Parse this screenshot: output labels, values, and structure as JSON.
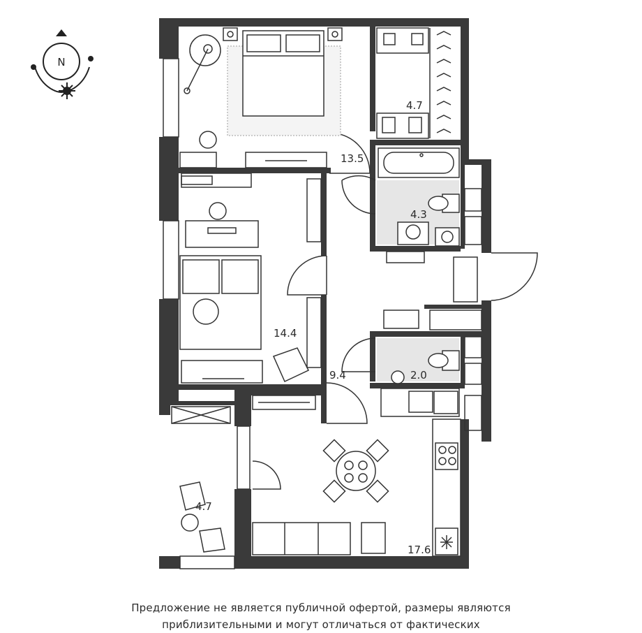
{
  "compass": {
    "north_label": "N"
  },
  "rooms": {
    "bedroom_area": "13.5",
    "wardrobe_area": "4.7",
    "bathroom_area": "4.3",
    "second_bedroom_area": "14.4",
    "hallway_area": "9.4",
    "wc_area": "2.0",
    "balcony_area": "4.7",
    "kitchen_living_area": "17.6"
  },
  "disclaimer": {
    "line1": "Предложение не является публичной офертой, размеры являются",
    "line2": "приблизительными и могут отличаться от фактических"
  },
  "colors": {
    "wall": "#3a3a3a",
    "furniture_stroke": "#333333",
    "tile": "#cfcfcf"
  }
}
